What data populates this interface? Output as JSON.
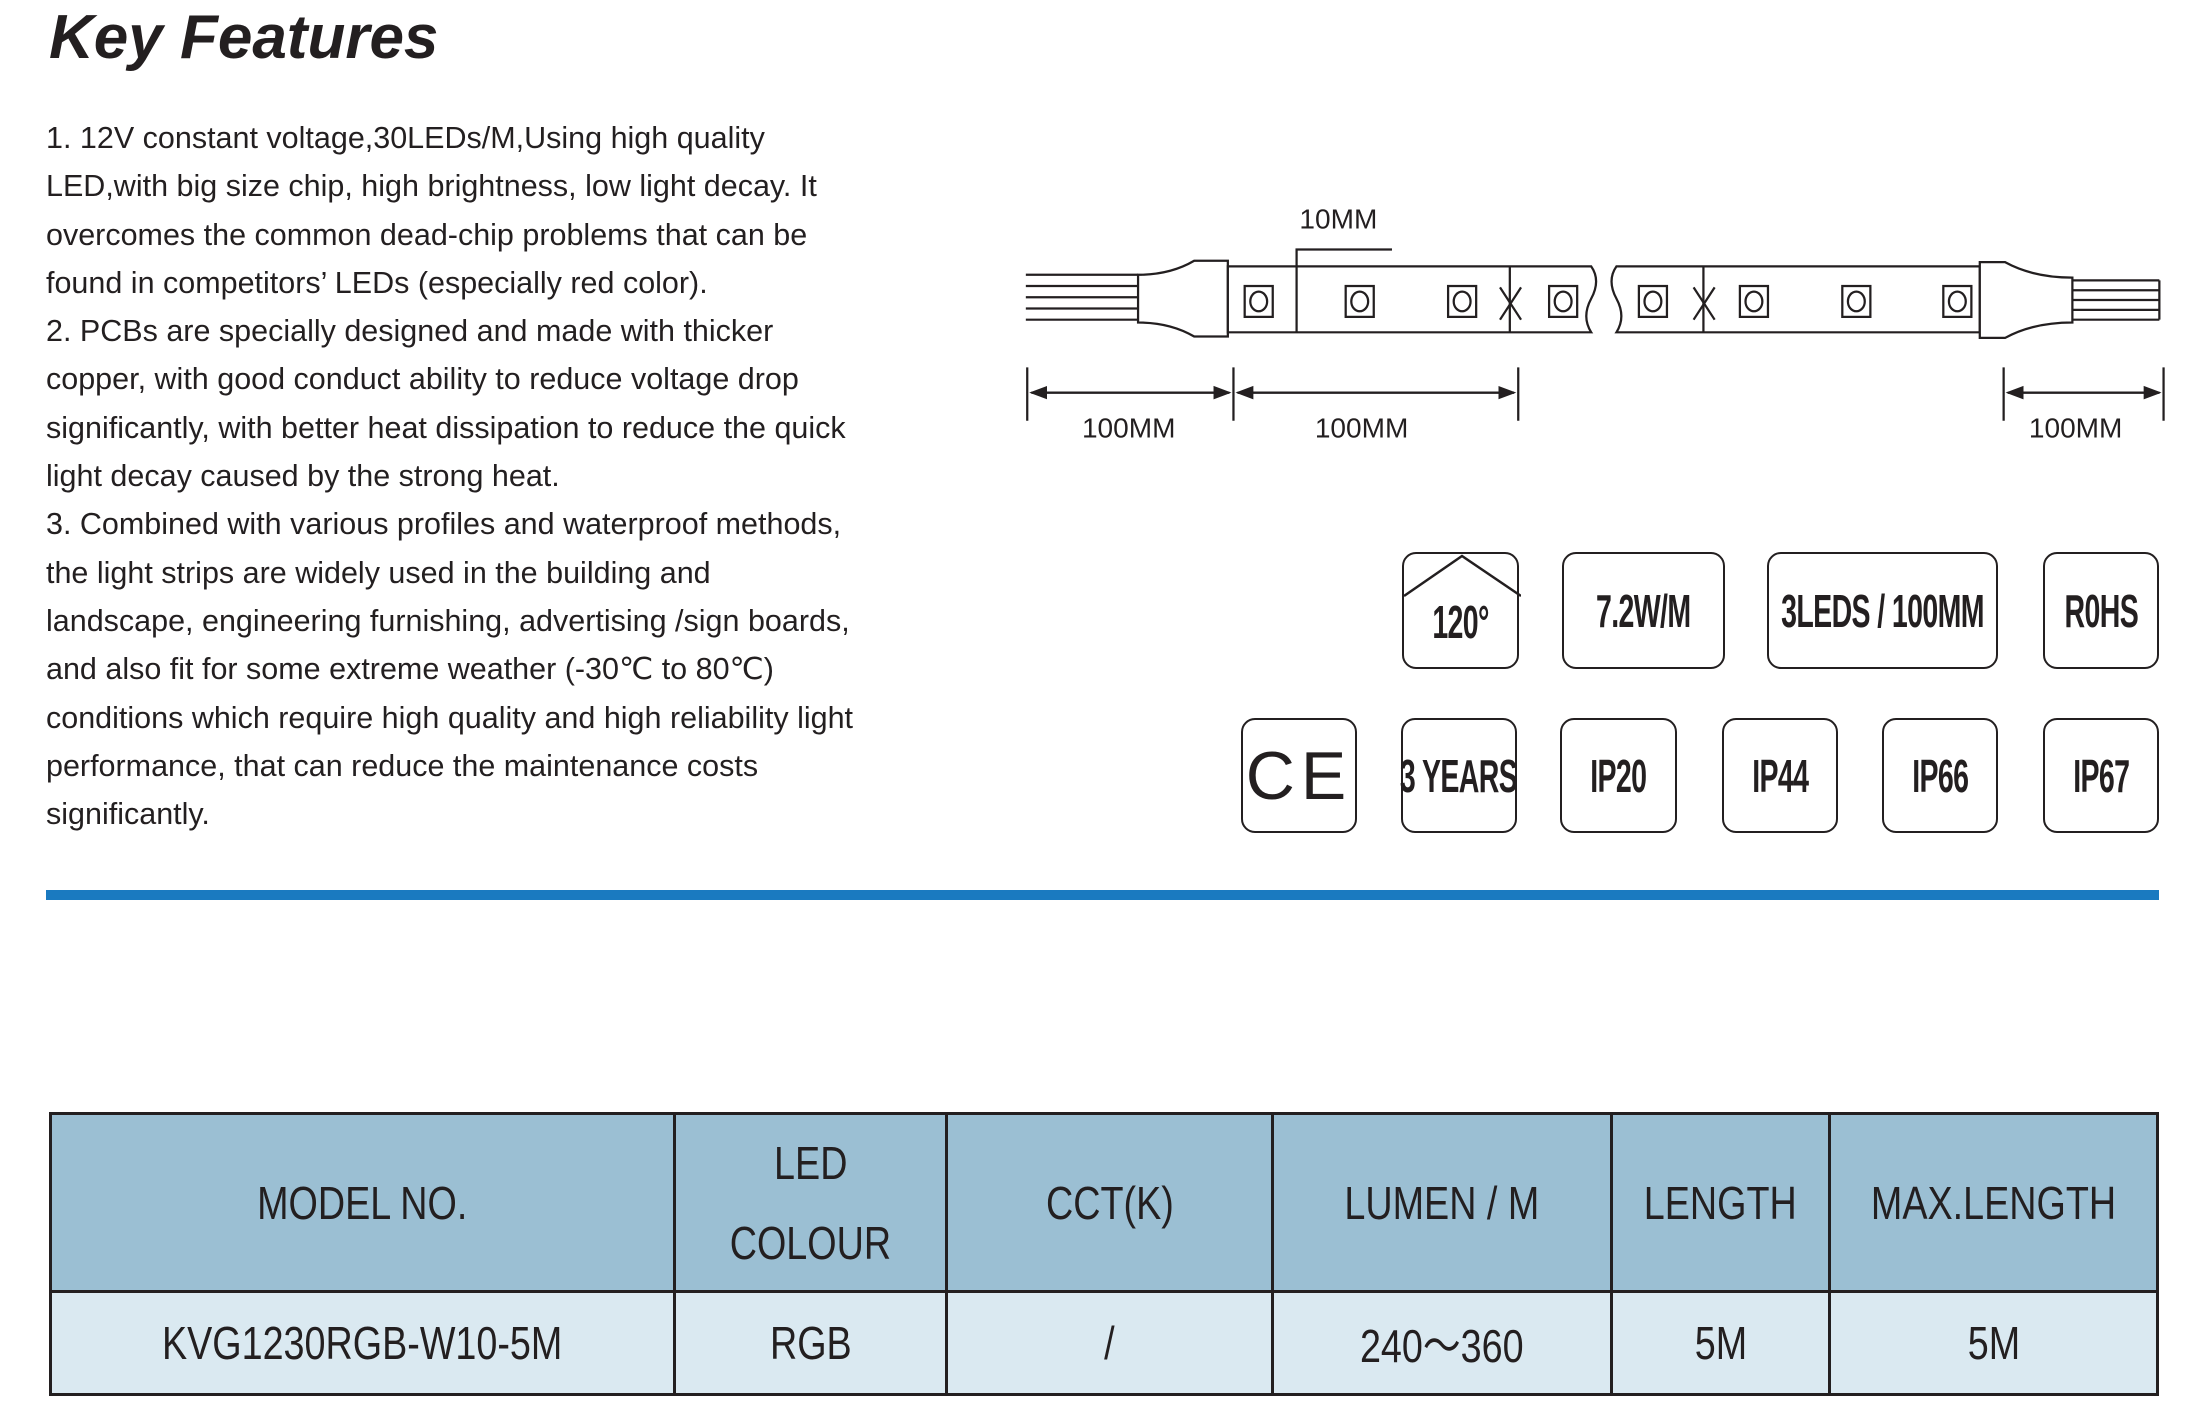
{
  "title": "Key Features",
  "body_lines": [
    "1. 12V constant voltage,30LEDs/M,Using high quality",
    "LED,with big size chip, high brightness, low light decay. It",
    "overcomes the common dead-chip problems that can be",
    "found in competitors’ LEDs (especially red color).",
    "2. PCBs are specially designed and made with thicker",
    "copper, with good conduct ability to reduce voltage drop",
    "significantly, with better heat dissipation to reduce the quick",
    "light decay caused by the strong heat.",
    "3. Combined with various profiles and waterproof methods,",
    "the light strips are widely used in the building and",
    "landscape, engineering furnishing, advertising /sign boards,",
    "and also fit for some extreme weather (-30℃ to 80℃)",
    "conditions which require high quality and high reliability light",
    "performance, that can reduce the maintenance costs",
    "significantly."
  ],
  "diagram": {
    "pitch_label": "10MM",
    "dim_left": "100MM",
    "dim_middle": "100MM",
    "dim_right": "100MM"
  },
  "badges": {
    "angle": "120°",
    "power": "7.2W/M",
    "density": "3LEDS / 100MM",
    "rohs": "R0HS",
    "ce": "CE",
    "warranty": "3 YEARS",
    "ip20": "IP20",
    "ip44": "IP44",
    "ip66": "IP66",
    "ip67": "IP67"
  },
  "accent_color": "#1a7ac0",
  "table": {
    "headers": [
      "MODEL NO.",
      "LED",
      "COLOUR",
      "CCT(K)",
      "LUMEN / M",
      "LENGTH",
      "MAX.LENGTH"
    ],
    "row": [
      "KVG1230RGB-W10-5M",
      "RGB",
      "/",
      "240～360",
      "5M",
      "5M"
    ]
  }
}
